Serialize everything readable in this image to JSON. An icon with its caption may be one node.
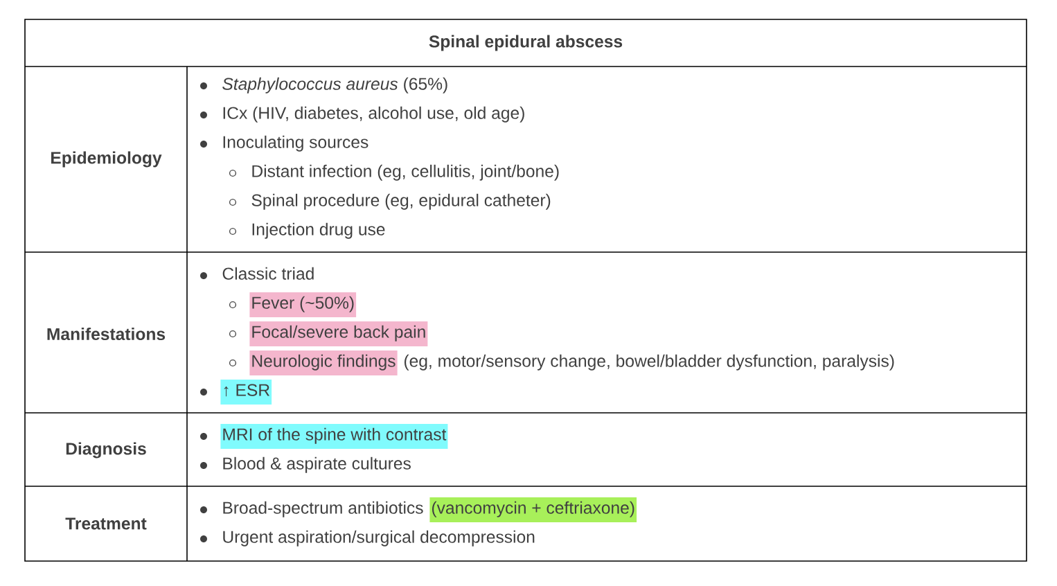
{
  "diagram": {
    "title": "Spinal epidural abscess",
    "labels": [
      "Epidemiology",
      "*Staphylococcus aureus* (65%)",
      "ICx (HIV, diabetes, alcohol use, old age)",
      "Inoculating sources",
      "Distant infection (eg, cellulitis, joint/bone)",
      "Spinal procedure (eg, epidural catheter)",
      "Injection drug use",
      "Manifestations",
      "Classic triad",
      "Fever (~50%)",
      "Focal/severe back pain",
      "Neurologic findings",
      "(eg, motor/sensory change, bowel/bladder dysfunction, paralysis)",
      "↑ ESR",
      "Diagnosis",
      "MRI of the spine with contrast",
      "Blood & aspirate cultures",
      "Treatment",
      "Broad-spectrum antibiotics",
      "(vancomycin + ceftriaxone)",
      "Urgent aspiration/surgical decompression"
    ]
  }
}
